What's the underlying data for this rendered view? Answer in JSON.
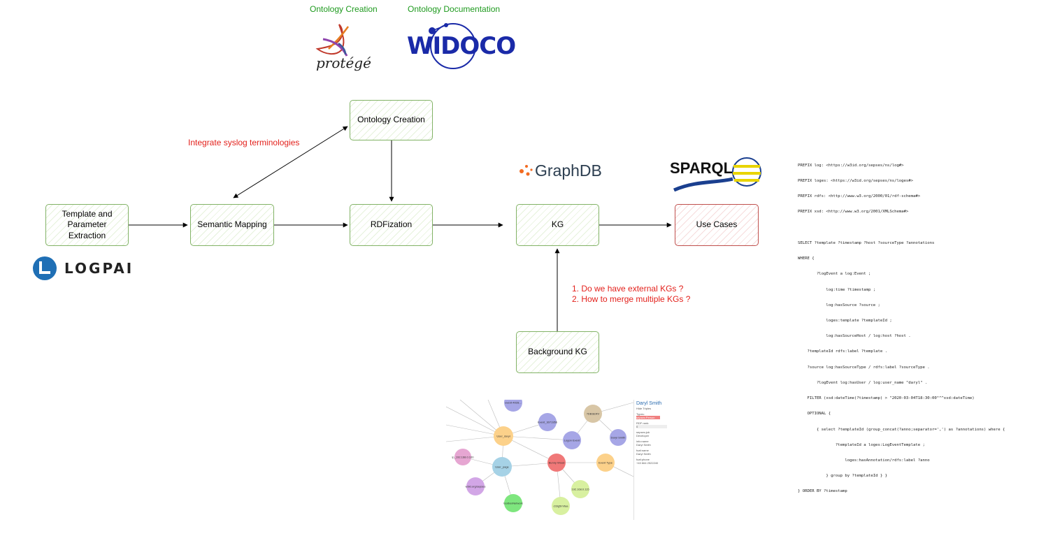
{
  "captions": {
    "ontology_creation": "Ontology Creation",
    "ontology_documentation": "Ontology Documentation"
  },
  "logos": {
    "protege": "protégé",
    "widoco": "WIDOCO",
    "graphdb": "GraphDB",
    "sparql": "SPARQL",
    "logpai": "LOGPAI"
  },
  "nodes": {
    "template_extraction": "Template and Parameter Extraction",
    "semantic_mapping": "Semantic Mapping",
    "ontology_creation": "Ontology Creation",
    "rdfization": "RDFization",
    "kg": "KG",
    "use_cases": "Use Cases",
    "background_kg": "Background KG"
  },
  "notes": {
    "integrate": "Integrate syslog terminologies",
    "question_1": "1. Do we have external KGs ?",
    "question_2": "2. How to merge multiple KGs ?"
  },
  "colors": {
    "node_border_green": "#82b366",
    "node_border_red": "#c0504d",
    "caption_green": "#1e9a1e",
    "note_red": "#e3211c"
  },
  "sparql_query": [
    "PREFIX log: <https://w3id.org/sepses/ns/log#>",
    "PREFIX loges: <https://w3id.org/sepses/ns/loges#>",
    "PREFIX rdfs: <http://www.w3.org/2000/01/rdf-schema#>",
    "PREFIX xsd: <http://www.w3.org/2001/XMLSchema#>",
    "",
    "SELECT ?template ?timestamp ?host ?sourceType ?annotations",
    "WHERE {",
    "        ?logEvent a log:Event ;",
    "            log:time ?timestamp ;",
    "            log:hasSource ?source ;",
    "            loges:template ?templateId ;",
    "            log:hasSourceHost / log:host ?host .",
    "    ?templateId rdfs:label ?template .",
    "    ?source log:hasSourceType / rdfs:label ?sourceType .",
    "        ?logEvent log:hasUser / log:user_name \"daryl\" .",
    "    FILTER (xsd:dateTime(?timestamp) > \"2020-03-04T18:30:00\"^^xsd:dateTime)",
    "    OPTIONAL {",
    "        { select ?templateId (group_concat(?anno;separator=',') as ?annotations) where {",
    "                ?templateId a loges:LogEventTemplate ;",
    "                    loges:hasAnnotation/rdfs:label ?anno",
    "            } group by ?templateId } }",
    "} ORDER BY ?timestamp"
  ],
  "graph_screenshot": {
    "node_labels": [
      "User_daryl",
      "Event_3071956",
      "event-4028...",
      "Logon Event",
      "Event Type",
      "?DBSERV",
      "Daryl Smith",
      "User_page",
      "ip_192.168.0.100",
      "Bunny Wood",
      "w3id.org/sepses",
      "192.168.0.115",
      "toolboxNetwork",
      "ct3ig5rmfaa"
    ],
    "side_panel": {
      "title": "Daryl Smith",
      "link": "Hide Triples",
      "types_label": "Types:",
      "type_value": "sepses:Person",
      "rdf_rank_label": "RDF rank:",
      "rdf_rank_value": "0",
      "field_1_label": "sepses:job",
      "field_1_value": "Developer",
      "field_2_label": "info:name",
      "field_2_value": "Daryl Smith",
      "field_3_label": "foaf:name",
      "field_3_value": "Daryl Smith",
      "field_4_label": "foaf:phone",
      "field_4_value": "+43 664 2522240"
    }
  }
}
